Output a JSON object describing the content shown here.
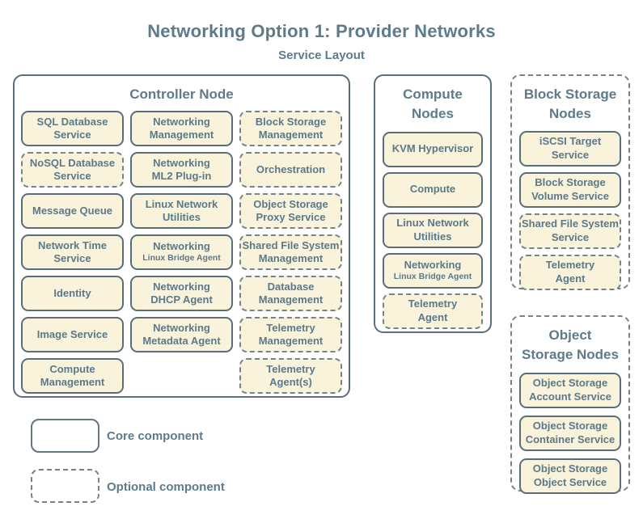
{
  "title": "Networking Option 1: Provider Networks",
  "subtitle": "Service Layout",
  "colors": {
    "background": "#ffffff",
    "box_fill": "#faf3dc",
    "core_border": "#5a6e79",
    "optional_border": "#73848d",
    "text": "#5d7b8a"
  },
  "legend": {
    "core_label": "Core component",
    "optional_label": "Optional component"
  },
  "nodes": {
    "controller": {
      "heading": "Controller Node",
      "type": "core",
      "items": [
        {
          "label": "SQL Database\nService",
          "type": "core"
        },
        {
          "label": "Networking\nManagement",
          "type": "core"
        },
        {
          "label": "Block Storage\nManagement",
          "type": "optional"
        },
        {
          "label": "NoSQL Database\nService",
          "type": "optional"
        },
        {
          "label": "Networking\nML2 Plug-in",
          "type": "core"
        },
        {
          "label": "Orchestration",
          "type": "optional"
        },
        {
          "label": "Message Queue",
          "type": "core"
        },
        {
          "label": "Linux Network\nUtilities",
          "type": "core"
        },
        {
          "label": "Object Storage\nProxy Service",
          "type": "optional"
        },
        {
          "label": "Network Time\nService",
          "type": "core"
        },
        {
          "label": "Networking",
          "sublabel": "Linux Bridge Agent",
          "type": "core"
        },
        {
          "label": "Shared File System\nManagement",
          "type": "optional"
        },
        {
          "label": "Identity",
          "type": "core"
        },
        {
          "label": "Networking\nDHCP Agent",
          "type": "core"
        },
        {
          "label": "Database\nManagement",
          "type": "optional"
        },
        {
          "label": "Image Service",
          "type": "core"
        },
        {
          "label": "Networking\nMetadata Agent",
          "type": "core"
        },
        {
          "label": "Telemetry\nManagement",
          "type": "optional"
        },
        {
          "label": "Compute\nManagement",
          "type": "core"
        },
        {
          "label": "Telemetry\nAgent(s)",
          "type": "optional"
        }
      ]
    },
    "compute": {
      "heading": "Compute\nNodes",
      "type": "core",
      "items": [
        {
          "label": "KVM Hypervisor",
          "type": "core"
        },
        {
          "label": "Compute",
          "type": "core"
        },
        {
          "label": "Linux Network\nUtilities",
          "type": "core"
        },
        {
          "label": "Networking",
          "sublabel": "Linux Bridge Agent",
          "type": "core"
        },
        {
          "label": "Telemetry\nAgent",
          "type": "optional"
        }
      ]
    },
    "block_storage": {
      "heading": "Block Storage\nNodes",
      "type": "optional",
      "items": [
        {
          "label": "iSCSI Target\nService",
          "type": "core"
        },
        {
          "label": "Block Storage\nVolume Service",
          "type": "core"
        },
        {
          "label": "Shared File System\nService",
          "type": "optional"
        },
        {
          "label": "Telemetry\nAgent",
          "type": "optional"
        }
      ]
    },
    "object_storage": {
      "heading": "Object\nStorage Nodes",
      "type": "optional",
      "items": [
        {
          "label": "Object Storage\nAccount Service",
          "type": "core"
        },
        {
          "label": "Object Storage\nContainer Service",
          "type": "core"
        },
        {
          "label": "Object Storage\nObject Service",
          "type": "core"
        }
      ]
    }
  }
}
